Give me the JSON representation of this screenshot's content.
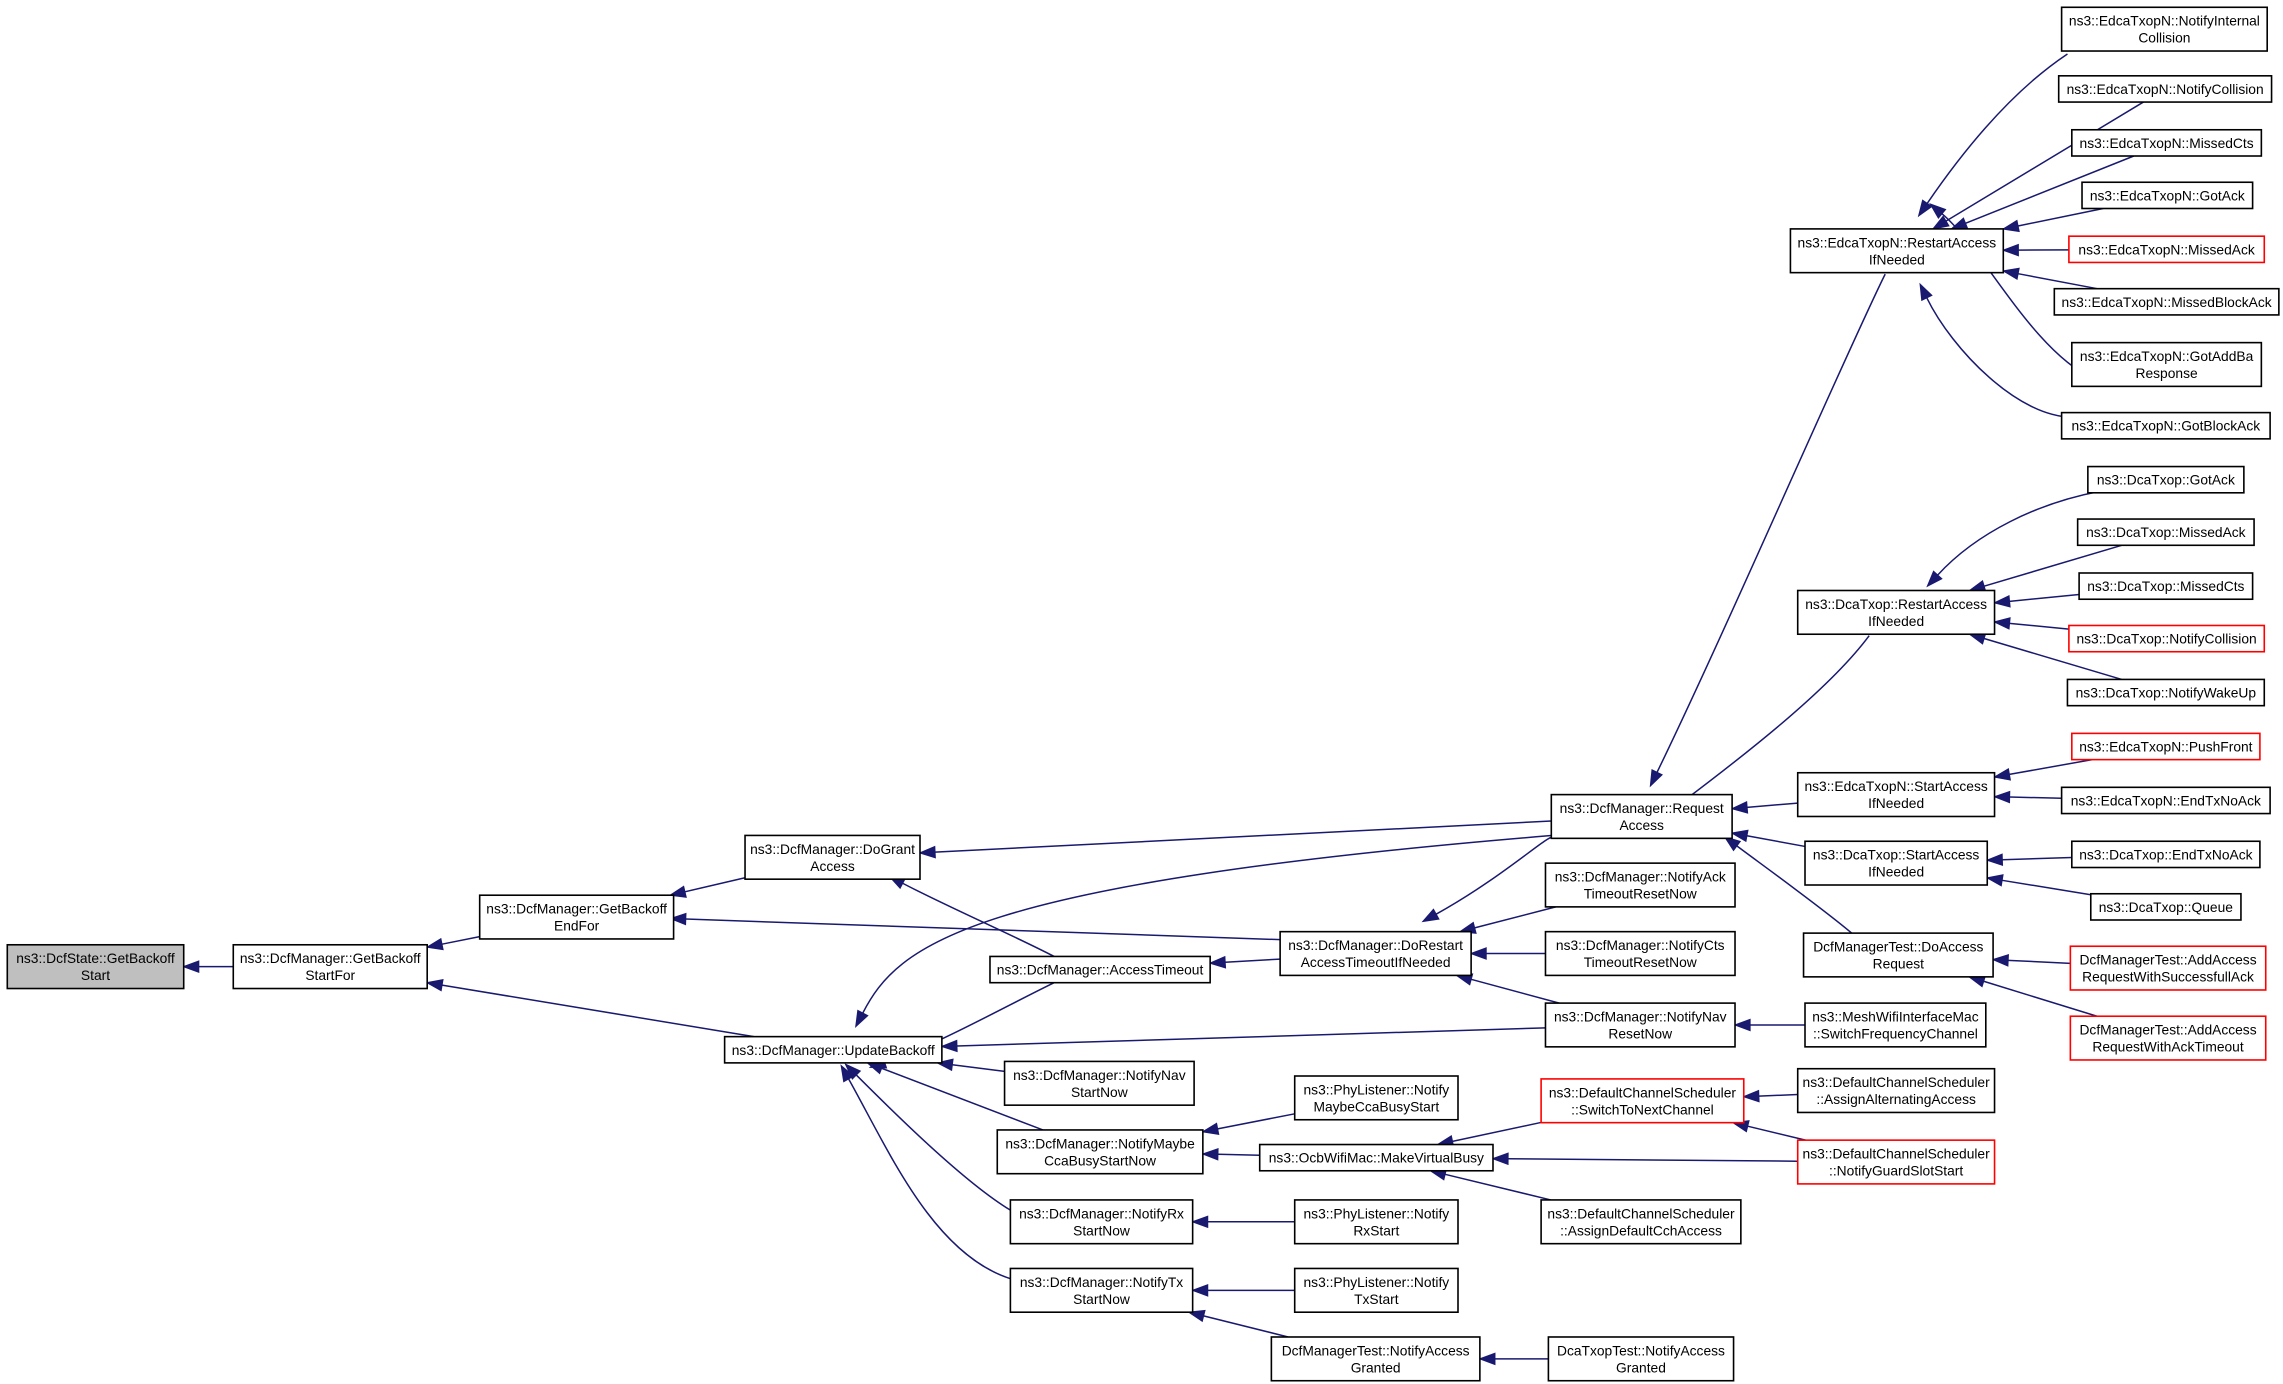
{
  "diagram": {
    "nodes": [
      {
        "id": "n0",
        "lines": [
          "ns3::DcfState::GetBackoff",
          "Start"
        ],
        "style": "root"
      },
      {
        "id": "n1",
        "lines": [
          "ns3::DcfManager::GetBackoff",
          "StartFor"
        ],
        "style": "normal"
      },
      {
        "id": "n2",
        "lines": [
          "ns3::DcfManager::GetBackoff",
          "EndFor"
        ],
        "style": "normal"
      },
      {
        "id": "n3",
        "lines": [
          "ns3::DcfManager::UpdateBackoff"
        ],
        "style": "normal"
      },
      {
        "id": "n4",
        "lines": [
          "ns3::DcfManager::DoGrant",
          "Access"
        ],
        "style": "normal"
      },
      {
        "id": "n5",
        "lines": [
          "ns3::DcfManager::AccessTimeout"
        ],
        "style": "normal"
      },
      {
        "id": "n6",
        "lines": [
          "ns3::DcfManager::DoRestart",
          "AccessTimeoutIfNeeded"
        ],
        "style": "normal"
      },
      {
        "id": "n7",
        "lines": [
          "ns3::DcfManager::Request",
          "Access"
        ],
        "style": "normal"
      },
      {
        "id": "n8",
        "lines": [
          "ns3::DcfManager::NotifyAck",
          "TimeoutResetNow"
        ],
        "style": "normal"
      },
      {
        "id": "n9",
        "lines": [
          "ns3::DcfManager::NotifyCts",
          "TimeoutResetNow"
        ],
        "style": "normal"
      },
      {
        "id": "n10",
        "lines": [
          "ns3::DcfManager::NotifyNav",
          "ResetNow"
        ],
        "style": "normal"
      },
      {
        "id": "n11",
        "lines": [
          "ns3::DcfManager::NotifyNav",
          "StartNow"
        ],
        "style": "normal"
      },
      {
        "id": "n12",
        "lines": [
          "ns3::DcfManager::NotifyMaybe",
          "CcaBusyStartNow"
        ],
        "style": "normal"
      },
      {
        "id": "n13",
        "lines": [
          "ns3::DcfManager::NotifyRx",
          "StartNow"
        ],
        "style": "normal"
      },
      {
        "id": "n14",
        "lines": [
          "ns3::DcfManager::NotifyTx",
          "StartNow"
        ],
        "style": "normal"
      },
      {
        "id": "n15",
        "lines": [
          "ns3::PhyListener::Notify",
          "MaybeCcaBusyStart"
        ],
        "style": "normal"
      },
      {
        "id": "n16",
        "lines": [
          "ns3::OcbWifiMac::MakeVirtualBusy"
        ],
        "style": "normal"
      },
      {
        "id": "n17",
        "lines": [
          "ns3::PhyListener::Notify",
          "RxStart"
        ],
        "style": "normal"
      },
      {
        "id": "n18",
        "lines": [
          "ns3::PhyListener::Notify",
          "TxStart"
        ],
        "style": "normal"
      },
      {
        "id": "n19",
        "lines": [
          "DcfManagerTest::NotifyAccess",
          "Granted"
        ],
        "style": "normal"
      },
      {
        "id": "n20",
        "lines": [
          "DcaTxopTest::NotifyAccess",
          "Granted"
        ],
        "style": "normal"
      },
      {
        "id": "n21",
        "lines": [
          "ns3::DefaultChannelScheduler",
          "::SwitchToNextChannel"
        ],
        "style": "red"
      },
      {
        "id": "n22",
        "lines": [
          "ns3::DefaultChannelScheduler",
          "::AssignDefaultCchAccess"
        ],
        "style": "normal"
      },
      {
        "id": "n23",
        "lines": [
          "ns3::DefaultChannelScheduler",
          "::AssignAlternatingAccess"
        ],
        "style": "normal"
      },
      {
        "id": "n24",
        "lines": [
          "ns3::DefaultChannelScheduler",
          "::NotifyGuardSlotStart"
        ],
        "style": "red"
      },
      {
        "id": "n25",
        "lines": [
          "ns3::MeshWifiInterfaceMac",
          "::SwitchFrequencyChannel"
        ],
        "style": "normal"
      },
      {
        "id": "n26",
        "lines": [
          "ns3::EdcaTxopN::RestartAccess",
          "IfNeeded"
        ],
        "style": "normal"
      },
      {
        "id": "n27",
        "lines": [
          "ns3::DcaTxop::RestartAccess",
          "IfNeeded"
        ],
        "style": "normal"
      },
      {
        "id": "n28",
        "lines": [
          "ns3::EdcaTxopN::StartAccess",
          "IfNeeded"
        ],
        "style": "normal"
      },
      {
        "id": "n29",
        "lines": [
          "ns3::DcaTxop::StartAccess",
          "IfNeeded"
        ],
        "style": "normal"
      },
      {
        "id": "n30",
        "lines": [
          "DcfManagerTest::DoAccess",
          "Request"
        ],
        "style": "normal"
      },
      {
        "id": "n31",
        "lines": [
          "ns3::EdcaTxopN::NotifyInternal",
          "Collision"
        ],
        "style": "normal"
      },
      {
        "id": "n32",
        "lines": [
          "ns3::EdcaTxopN::NotifyCollision"
        ],
        "style": "normal"
      },
      {
        "id": "n33",
        "lines": [
          "ns3::EdcaTxopN::MissedCts"
        ],
        "style": "normal"
      },
      {
        "id": "n34",
        "lines": [
          "ns3::EdcaTxopN::GotAck"
        ],
        "style": "normal"
      },
      {
        "id": "n35",
        "lines": [
          "ns3::EdcaTxopN::MissedAck"
        ],
        "style": "red"
      },
      {
        "id": "n36",
        "lines": [
          "ns3::EdcaTxopN::MissedBlockAck"
        ],
        "style": "normal"
      },
      {
        "id": "n37",
        "lines": [
          "ns3::EdcaTxopN::GotAddBa",
          "Response"
        ],
        "style": "normal"
      },
      {
        "id": "n38",
        "lines": [
          "ns3::EdcaTxopN::GotBlockAck"
        ],
        "style": "normal"
      },
      {
        "id": "n39",
        "lines": [
          "ns3::DcaTxop::GotAck"
        ],
        "style": "normal"
      },
      {
        "id": "n40",
        "lines": [
          "ns3::DcaTxop::MissedAck"
        ],
        "style": "normal"
      },
      {
        "id": "n41",
        "lines": [
          "ns3::DcaTxop::MissedCts"
        ],
        "style": "normal"
      },
      {
        "id": "n42",
        "lines": [
          "ns3::DcaTxop::NotifyCollision"
        ],
        "style": "red"
      },
      {
        "id": "n43",
        "lines": [
          "ns3::DcaTxop::NotifyWakeUp"
        ],
        "style": "normal"
      },
      {
        "id": "n44",
        "lines": [
          "ns3::EdcaTxopN::PushFront"
        ],
        "style": "red"
      },
      {
        "id": "n45",
        "lines": [
          "ns3::EdcaTxopN::EndTxNoAck"
        ],
        "style": "normal"
      },
      {
        "id": "n46",
        "lines": [
          "ns3::DcaTxop::EndTxNoAck"
        ],
        "style": "normal"
      },
      {
        "id": "n47",
        "lines": [
          "ns3::DcaTxop::Queue"
        ],
        "style": "normal"
      },
      {
        "id": "n48",
        "lines": [
          "DcfManagerTest::AddAccess",
          "RequestWithSuccessfullAck"
        ],
        "style": "red"
      },
      {
        "id": "n49",
        "lines": [
          "DcfManagerTest::AddAccess",
          "RequestWithAckTimeout"
        ],
        "style": "red"
      }
    ],
    "edges": [
      [
        "n1",
        "n0"
      ],
      [
        "n2",
        "n1"
      ],
      [
        "n3",
        "n1"
      ],
      [
        "n4",
        "n2"
      ],
      [
        "n6",
        "n2"
      ],
      [
        "n7",
        "n4"
      ],
      [
        "n5",
        "n4"
      ],
      [
        "n5",
        "n3"
      ],
      [
        "n6",
        "n5"
      ],
      [
        "n7",
        "n3"
      ],
      [
        "n10",
        "n3"
      ],
      [
        "n11",
        "n3"
      ],
      [
        "n12",
        "n3"
      ],
      [
        "n13",
        "n3"
      ],
      [
        "n14",
        "n3"
      ],
      [
        "n7",
        "n6"
      ],
      [
        "n8",
        "n6"
      ],
      [
        "n9",
        "n6"
      ],
      [
        "n10",
        "n6"
      ],
      [
        "n25",
        "n10"
      ],
      [
        "n15",
        "n12"
      ],
      [
        "n16",
        "n12"
      ],
      [
        "n17",
        "n13"
      ],
      [
        "n18",
        "n14"
      ],
      [
        "n19",
        "n14"
      ],
      [
        "n20",
        "n19"
      ],
      [
        "n21",
        "n16"
      ],
      [
        "n22",
        "n16"
      ],
      [
        "n24",
        "n16"
      ],
      [
        "n23",
        "n21"
      ],
      [
        "n24",
        "n21"
      ],
      [
        "n26",
        "n7"
      ],
      [
        "n27",
        "n7"
      ],
      [
        "n28",
        "n7"
      ],
      [
        "n29",
        "n7"
      ],
      [
        "n30",
        "n7"
      ],
      [
        "n31",
        "n26"
      ],
      [
        "n32",
        "n26"
      ],
      [
        "n33",
        "n26"
      ],
      [
        "n34",
        "n26"
      ],
      [
        "n35",
        "n26"
      ],
      [
        "n36",
        "n26"
      ],
      [
        "n37",
        "n26"
      ],
      [
        "n38",
        "n26"
      ],
      [
        "n39",
        "n27"
      ],
      [
        "n40",
        "n27"
      ],
      [
        "n41",
        "n27"
      ],
      [
        "n42",
        "n27"
      ],
      [
        "n43",
        "n27"
      ],
      [
        "n44",
        "n28"
      ],
      [
        "n45",
        "n28"
      ],
      [
        "n46",
        "n29"
      ],
      [
        "n47",
        "n29"
      ],
      [
        "n48",
        "n30"
      ],
      [
        "n49",
        "n30"
      ]
    ]
  }
}
